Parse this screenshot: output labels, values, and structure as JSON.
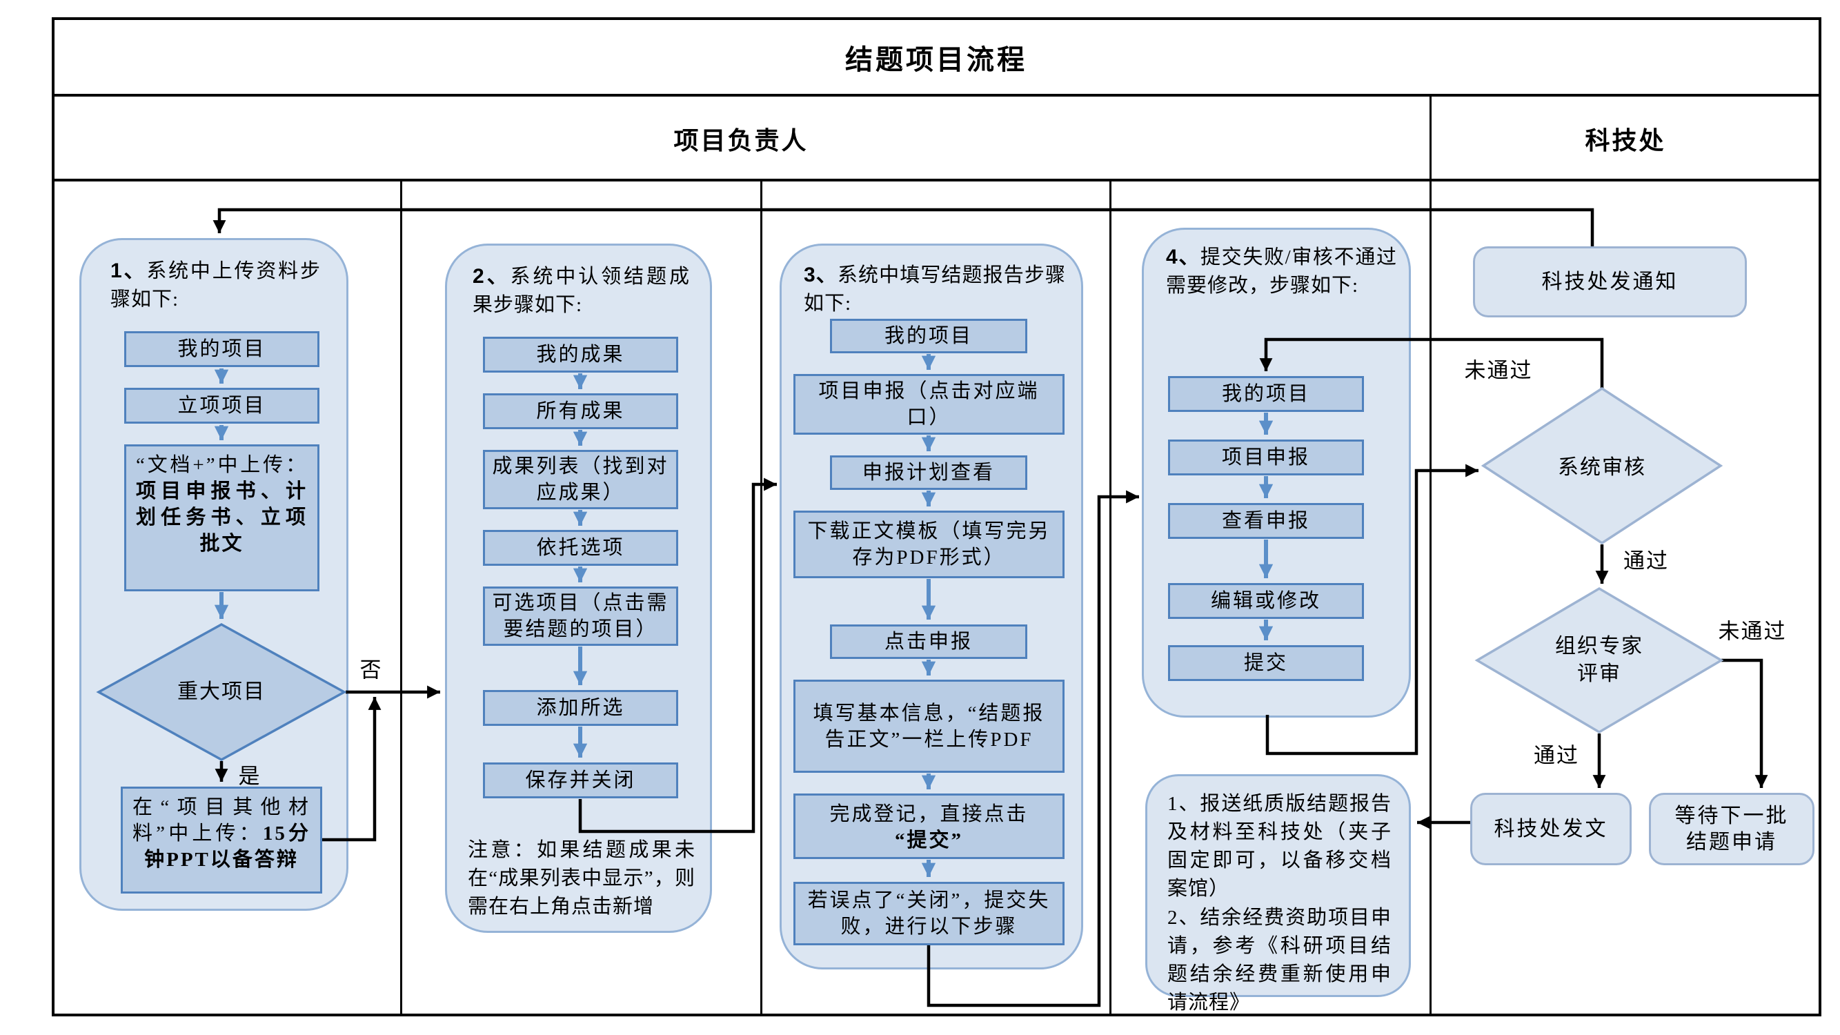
{
  "header": {
    "title": "结题项目流程",
    "lane_left": "项目负责人",
    "lane_right": "科技处"
  },
  "edge_labels": {
    "no": "否",
    "yes": "是",
    "fail_left": "未通过",
    "pass_top": "通过",
    "pass_bottom": "通过",
    "fail_right": "未通过"
  },
  "group1": {
    "num": "1、",
    "title": "系统中上传资料步骤如下:",
    "step1": "我的项目",
    "step2": "立项项目",
    "step3_pre": "“文档+”中上传：",
    "step3_bold": "项目申报书、计划任务书、立项批文",
    "decision": "重大项目",
    "step4_pre": "在“项目其他材料”中上传：",
    "step4_bold": "15分钟PPT以备答辩"
  },
  "group2": {
    "num": "2、",
    "title": "系统中认领结题成果步骤如下:",
    "step1": "我的成果",
    "step2": "所有成果",
    "step3": "成果列表（找到对应成果）",
    "step4": "依托选项",
    "step5": "可选项目（点击需要结题的项目）",
    "step6": "添加所选",
    "step7": "保存并关闭",
    "note": "注意：如果结题成果未在“成果列表中显示”，则需在右上角点击新增"
  },
  "group3": {
    "num": "3、",
    "title": "系统中填写结题报告步骤如下:",
    "step1": "我的项目",
    "step2": "项目申报（点击对应端口）",
    "step3": "申报计划查看",
    "step4": "下载正文模板（填写完另存为PDF形式）",
    "step5": "点击申报",
    "step6": "填写基本信息，“结题报告正文”一栏上传PDF",
    "step7_pre": "完成登记，直接点击",
    "step7_bold": "“提交”",
    "step8": "若误点了“关闭”，提交失败，进行以下步骤"
  },
  "group4": {
    "num": "4、",
    "title": "提交失败/审核不通过需要修改，步骤如下:",
    "step1": "我的项目",
    "step2": "项目申报",
    "step3": "查看申报",
    "step4": "编辑或修改",
    "step5": "提交"
  },
  "notes": {
    "item1": "1、报送纸质版结题报告及材料至科技处（夹子固定即可，以备移交档案馆）",
    "item2": "2、结余经费资助项目申请，参考《科研项目结题结余经费重新使用申请流程》"
  },
  "office": {
    "notice": "科技处发通知",
    "system_review": "系统审核",
    "expert_review": "组织专家评审",
    "issue": "科技处发文",
    "wait": "等待下一批结题申请"
  },
  "colors": {
    "group_fill": "#dce6f2",
    "group_border": "#95b3d7",
    "box_fill": "#b8cce4",
    "box_border": "#4f81bd",
    "office_fill": "#dbe5f1",
    "office_border": "#9db3d2",
    "arrow_blue": "#5b8fc9",
    "line_black": "#000000"
  }
}
